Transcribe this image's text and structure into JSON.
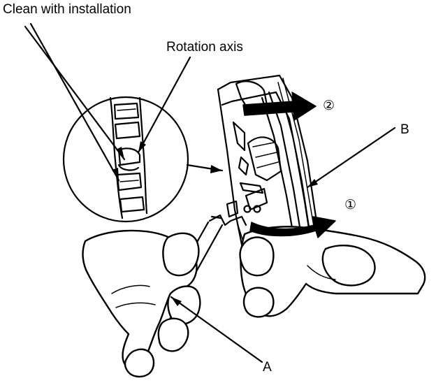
{
  "labels": {
    "clean_with_installation": "Clean with installation",
    "rotation_axis": "Rotation axis",
    "b": "B",
    "a": "A",
    "step_1": "①",
    "step_2": "②"
  },
  "colors": {
    "ink": "#000000",
    "paper": "#ffffff"
  }
}
